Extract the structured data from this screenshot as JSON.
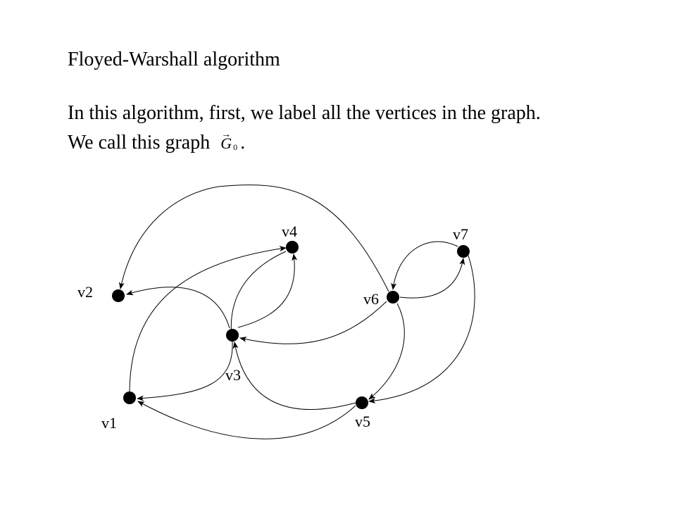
{
  "title": "Floyed-Warshall algorithm",
  "text": {
    "line1": "In this algorithm, first, we label all the vertices in the graph.",
    "line2_prefix": "We call this graph",
    "graph_symbol": "G",
    "graph_symbol_arrow": "→",
    "graph_symbol_sub": "0",
    "line2_suffix": "."
  },
  "graph": {
    "vertices": [
      {
        "id": "v1",
        "label": "v1"
      },
      {
        "id": "v2",
        "label": "v2"
      },
      {
        "id": "v3",
        "label": "v3"
      },
      {
        "id": "v4",
        "label": "v4"
      },
      {
        "id": "v5",
        "label": "v5"
      },
      {
        "id": "v6",
        "label": "v6"
      },
      {
        "id": "v7",
        "label": "v7"
      }
    ],
    "edges": [
      {
        "from": "v1",
        "to": "v4"
      },
      {
        "from": "v3",
        "to": "v4"
      },
      {
        "from": "v4",
        "to": "v3"
      },
      {
        "from": "v3",
        "to": "v2"
      },
      {
        "from": "v3",
        "to": "v1"
      },
      {
        "from": "v5",
        "to": "v3"
      },
      {
        "from": "v5",
        "to": "v1"
      },
      {
        "from": "v6",
        "to": "v3"
      },
      {
        "from": "v6",
        "to": "v2"
      },
      {
        "from": "v6",
        "to": "v5"
      },
      {
        "from": "v6",
        "to": "v7"
      },
      {
        "from": "v7",
        "to": "v6"
      },
      {
        "from": "v7",
        "to": "v5"
      }
    ]
  }
}
